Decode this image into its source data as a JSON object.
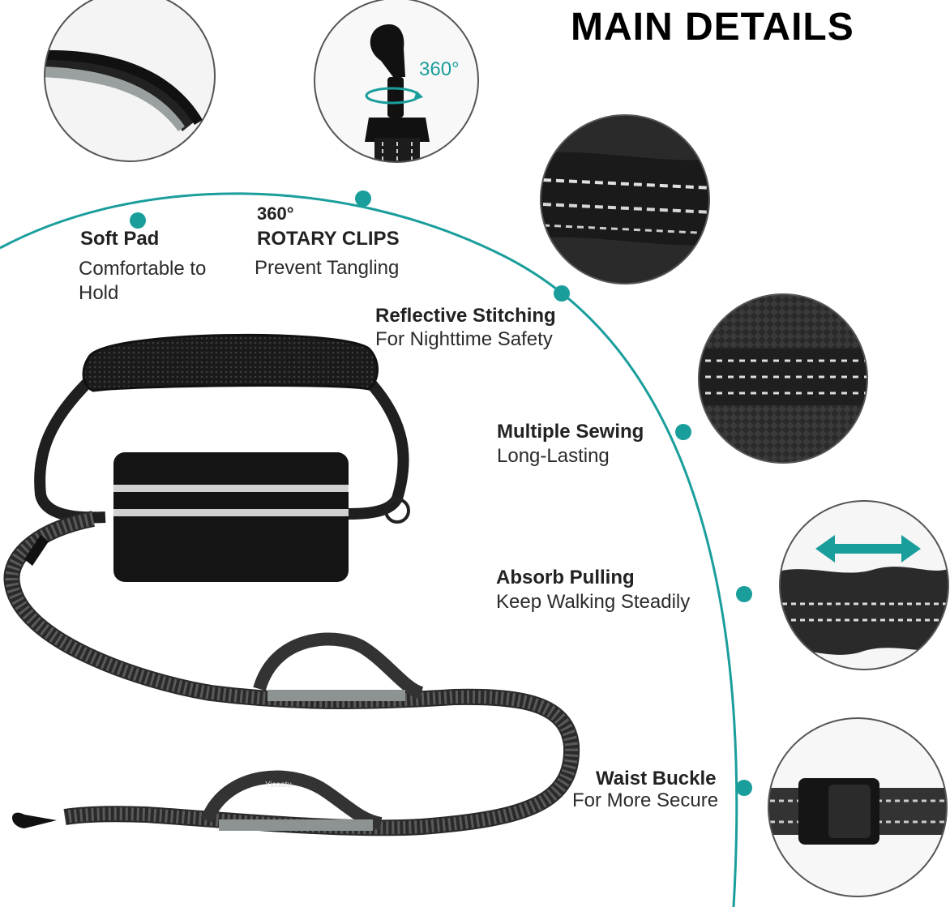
{
  "title": "MAIN DETAILS",
  "accent_color": "#1a9e9c",
  "features": [
    {
      "heading": "Soft Pad",
      "description": "Comfortable to Hold"
    },
    {
      "prefix": "360°",
      "heading": "ROTARY CLIPS",
      "description": "Prevent Tangling"
    },
    {
      "heading": "Reflective Stitching",
      "description": "For Nighttime Safety"
    },
    {
      "heading": "Multiple Sewing",
      "description": "Long-Lasting"
    },
    {
      "heading": "Absorb Pulling",
      "description": "Keep Walking Steadily"
    },
    {
      "heading": "Waist Buckle",
      "description": "For More Secure"
    }
  ],
  "clip_rotation_label": "360°",
  "handle_brand_text": "Yicoatu"
}
